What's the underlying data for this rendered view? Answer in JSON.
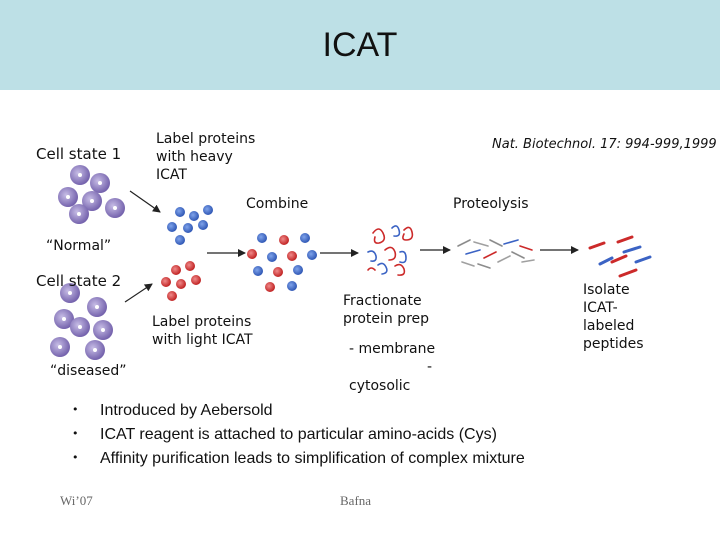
{
  "title": "ICAT",
  "labels": {
    "cell_state_1": "Cell state 1",
    "label_heavy": [
      "Label proteins",
      "with heavy",
      "ICAT"
    ],
    "citation": "Nat. Biotechnol. 17: 994-999,1999",
    "combine": "Combine",
    "proteolysis": "Proteolysis",
    "normal": "“Normal”",
    "cell_state_2": "Cell state 2",
    "fractionate": [
      "Fractionate",
      "protein prep"
    ],
    "isolate": [
      "Isolate",
      "ICAT-",
      "labeled",
      "peptides"
    ],
    "label_light": [
      "Label proteins",
      "with light ICAT"
    ],
    "membrane": "- membrane",
    "dash": "-",
    "cytosolic": "cytosolic",
    "diseased": "“diseased”"
  },
  "bullets": [
    "Introduced by Aebersold",
    "ICAT reagent is attached to particular amino-acids (Cys)",
    "Affinity purification leads to simplification of complex mixture"
  ],
  "footer": {
    "left": "Wi’07",
    "center": "Bafna"
  },
  "colors": {
    "title_bar": "#bde0e6",
    "cell": "#8f7fbf",
    "heavy": "#3b63c4",
    "light": "#cc2a2a"
  }
}
